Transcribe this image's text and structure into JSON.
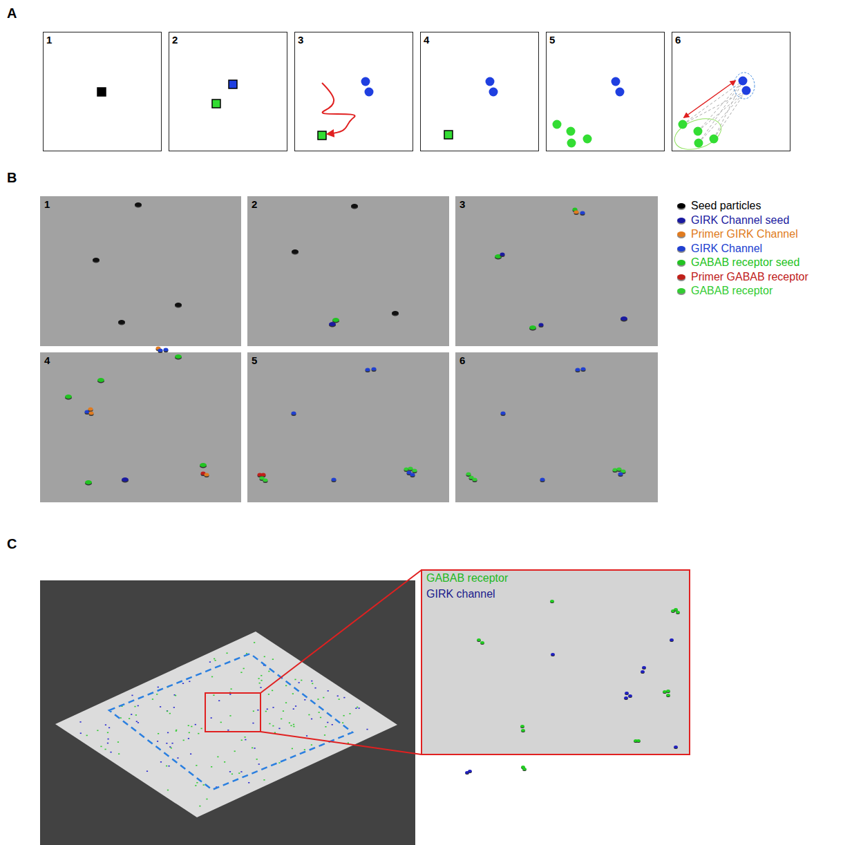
{
  "diagram": {
    "nodes": [
      {
        "text": [
          "1"
        ]
      },
      {
        "text": [
          "2"
        ]
      },
      {
        "text": [
          "3"
        ]
      },
      {
        "text": [
          "4"
        ]
      },
      {
        "text": [
          "5"
        ]
      },
      {
        "text": [
          "6"
        ]
      },
      {
        "text": [
          "1"
        ]
      },
      {
        "text": [
          "2"
        ]
      },
      {
        "text": [
          "3"
        ]
      },
      {
        "text": [
          "4"
        ]
      },
      {
        "text": [
          "5"
        ]
      },
      {
        "text": [
          "6"
        ]
      }
    ],
    "labels": [
      "A",
      "B",
      "C",
      "GABAB receptor",
      "GIRK channel"
    ],
    "legend": [
      {
        "text": "Seed particles",
        "color": "#000000"
      },
      {
        "text": "GIRK Channel seed",
        "color": "#1a1aa0"
      },
      {
        "text": "Primer GIRK Channel",
        "color": "#e07b20"
      },
      {
        "text": "GIRK Channel",
        "color": "#2040d0"
      },
      {
        "text": "GABAB receptor seed",
        "color": "#22c322"
      },
      {
        "text": "Primer GABAB receptor",
        "color": "#c0201a"
      },
      {
        "text": "GABAB receptor",
        "color": "#33cc33"
      }
    ]
  }
}
